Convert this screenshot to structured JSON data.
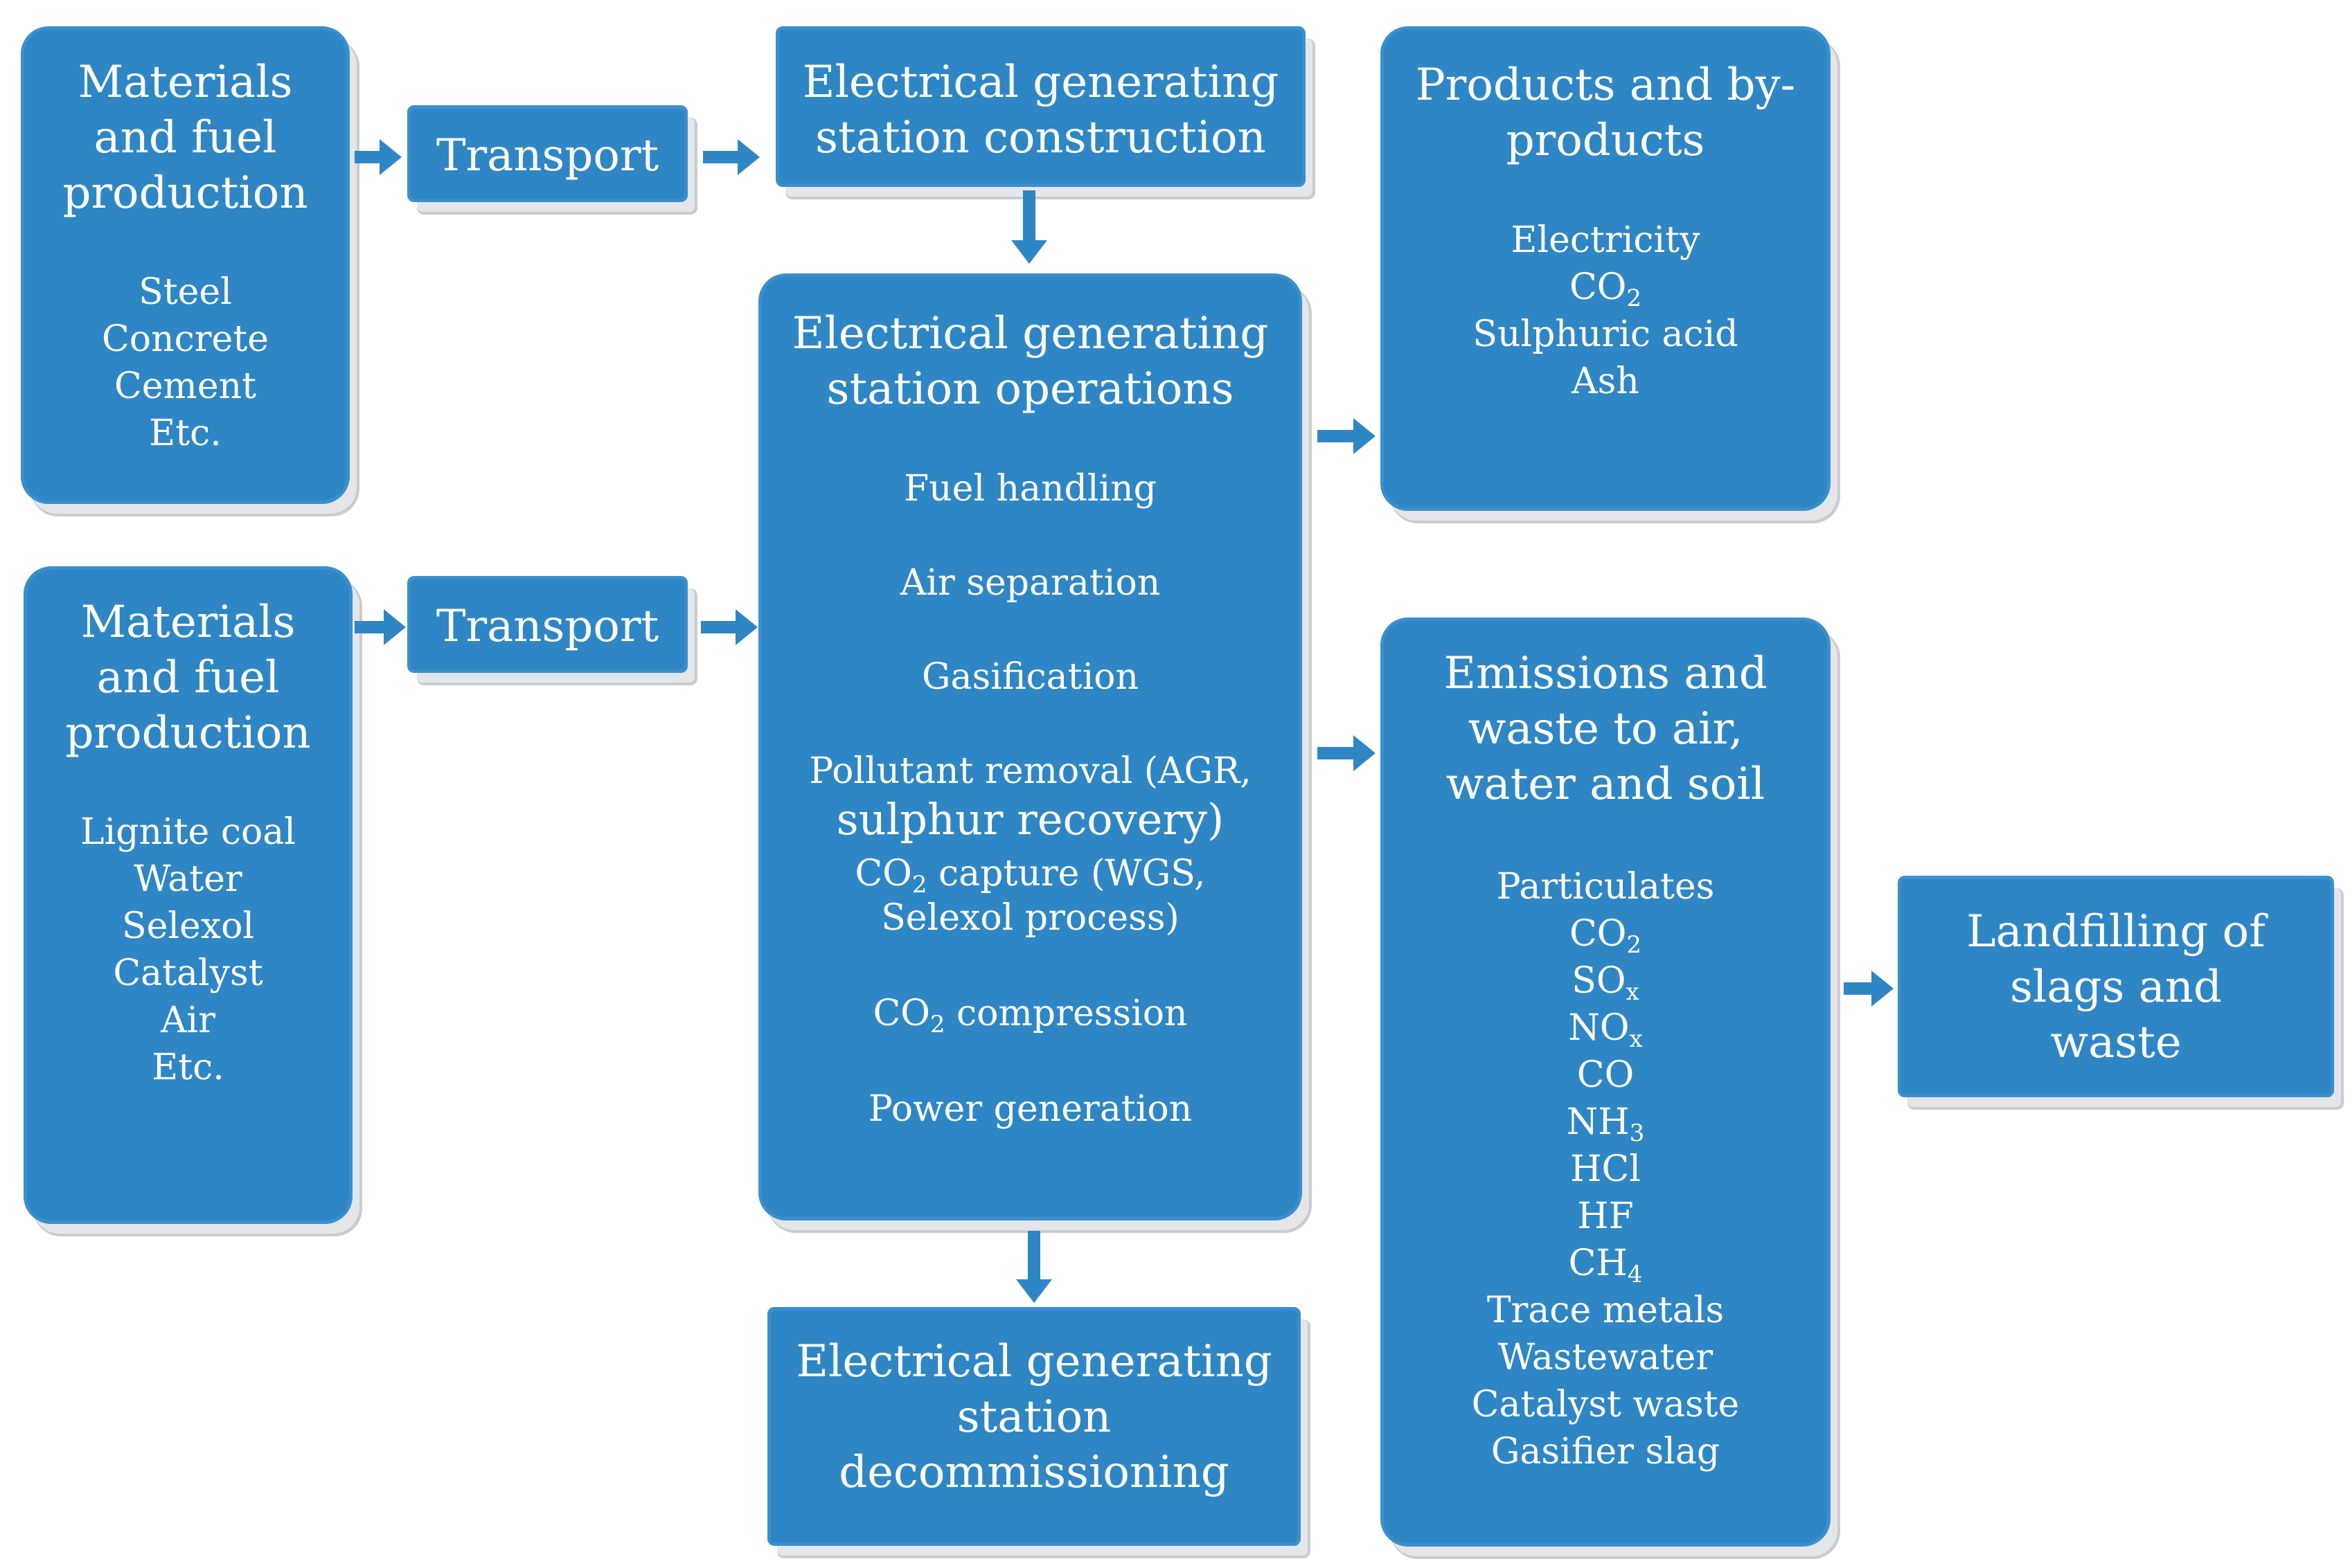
{
  "colors": {
    "box_fill": "#2f86c5",
    "arrow": "#2f86c5",
    "text": "#ffffff"
  },
  "materials_top": {
    "title": [
      "Materials",
      "and fuel",
      "production"
    ],
    "items": [
      "Steel",
      "Concrete",
      "Cement",
      "Etc."
    ]
  },
  "transport_top": {
    "label": "Transport"
  },
  "construction": {
    "title": [
      "Electrical generating",
      "station construction"
    ]
  },
  "products": {
    "title": [
      "Products and by-",
      "products"
    ],
    "items": [
      {
        "text": "Electricity"
      },
      {
        "text": "CO",
        "sub": "2"
      },
      {
        "text": "Sulphuric acid"
      },
      {
        "text": "Ash"
      }
    ]
  },
  "materials_bottom": {
    "title": [
      "Materials",
      "and fuel",
      "production"
    ],
    "items": [
      "Lignite coal",
      "Water",
      "Selexol",
      "Catalyst",
      "Air",
      "Etc."
    ]
  },
  "transport_bottom": {
    "label": "Transport"
  },
  "operations": {
    "title": [
      "Electrical generating",
      "station operations"
    ],
    "items": [
      {
        "text": "Fuel handling"
      },
      {
        "text": "Air separation"
      },
      {
        "text": "Gasification"
      },
      {
        "text": "Pollutant removal (AGR,"
      },
      {
        "text": "sulphur recovery)"
      },
      {
        "text": "CO",
        "sub": "2",
        "after": " capture (WGS,"
      },
      {
        "text": "Selexol process)"
      },
      {
        "text": "CO",
        "sub": "2",
        "after": " compression"
      },
      {
        "text": "Power generation"
      }
    ]
  },
  "emissions": {
    "title": [
      "Emissions and",
      "waste to air,",
      "water and soil"
    ],
    "items": [
      {
        "text": "Particulates"
      },
      {
        "text": "CO",
        "sub": "2"
      },
      {
        "text": "SO",
        "sub": "x"
      },
      {
        "text": "NO",
        "sub": "x"
      },
      {
        "text": "CO"
      },
      {
        "text": "NH",
        "sub": "3"
      },
      {
        "text": "HCl"
      },
      {
        "text": "HF"
      },
      {
        "text": "CH",
        "sub": "4"
      },
      {
        "text": "Trace metals"
      },
      {
        "text": "Wastewater"
      },
      {
        "text": "Catalyst waste"
      },
      {
        "text": "Gasifier slag"
      }
    ]
  },
  "decommissioning": {
    "title": [
      "Electrical generating",
      "station",
      "decommissioning"
    ]
  },
  "landfilling": {
    "title": [
      "Landfilling of",
      "slags and",
      "waste"
    ]
  }
}
